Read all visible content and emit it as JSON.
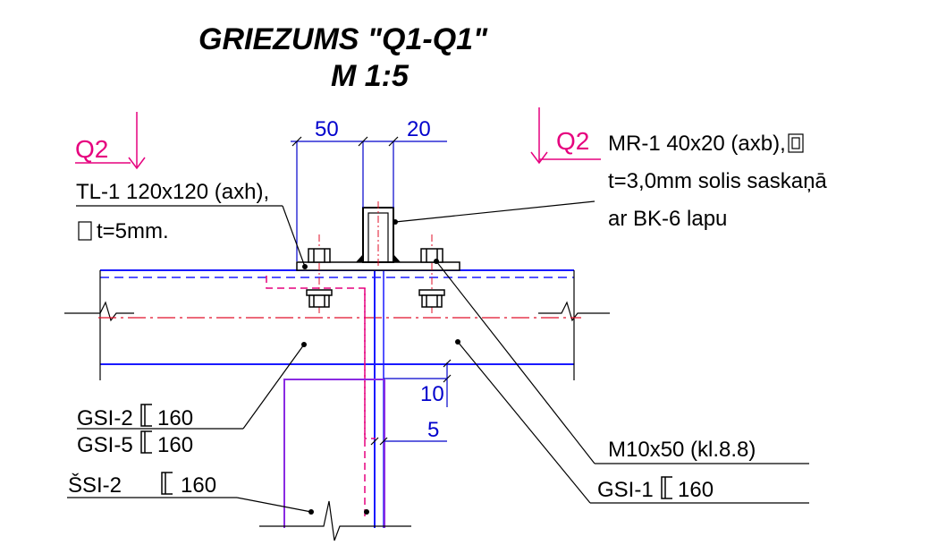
{
  "title": {
    "line1": "GRIEZUMS \"Q1-Q1\"",
    "line2": "M 1:5"
  },
  "section_marks": {
    "left": "Q2",
    "right": "Q2"
  },
  "dimensions": {
    "d50": "50",
    "d20": "20",
    "d10": "10",
    "d5": "5"
  },
  "labels": {
    "tl1_line1": "TL-1 120x120 (axh),",
    "tl1_line2": "t=5mm.",
    "mr1_line1": "MR-1 40x20 (axb),",
    "mr1_line2": "t=3,0mm solis saskaņā",
    "mr1_line3": "ar BK-6 lapu",
    "gsi2": "GSI-2",
    "gsi2_size": "160",
    "gsi5": "GSI-5",
    "gsi5_size": "160",
    "ssi2": "ŠSI-2",
    "ssi2_size": "160",
    "bolt": "M10x50 (kl.8.8)",
    "gsi1": "GSI-1",
    "gsi1_size": "160"
  },
  "colors": {
    "structure": "#1a1aff",
    "dimension": "#0000cc",
    "section": "#e6007e",
    "purlin": "#8a2be2",
    "centerline": "#e0102a",
    "leader": "#000000"
  }
}
